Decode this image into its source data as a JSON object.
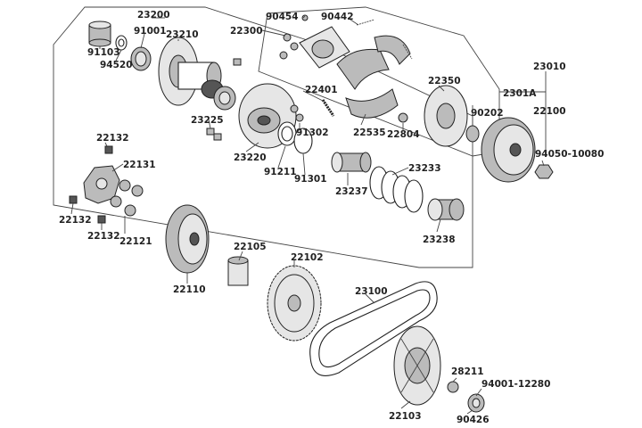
{
  "labels": {
    "l23200": "23200",
    "l91001": "91001",
    "l23210": "23210",
    "l91103": "91103",
    "l94520": "94520",
    "l22300": "22300",
    "l90454": "90454",
    "l90442": "90442",
    "l22350": "22350",
    "l23010": "23010",
    "l2301A": "2301A",
    "l22100": "22100",
    "l90202": "90202",
    "l22401": "22401",
    "l23225": "23225",
    "l91302": "91302",
    "l22535": "22535",
    "l22804": "22804",
    "l23220": "23220",
    "l91211": "91211",
    "l91301": "91301",
    "l23237": "23237",
    "l23233": "23233",
    "l94050": "94050-10080",
    "l22132a": "22132",
    "l22131": "22131",
    "l22132b": "22132",
    "l22132c": "22132",
    "l22121": "22121",
    "l23238": "23238",
    "l22105": "22105",
    "l22102": "22102",
    "l22110": "22110",
    "l23100": "23100",
    "l28211": "28211",
    "l94001": "94001-12280",
    "l22103": "22103",
    "l90426": "90426"
  }
}
